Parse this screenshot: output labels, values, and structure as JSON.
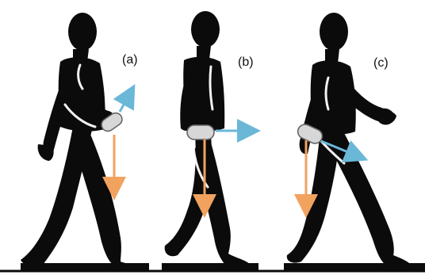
{
  "panels": [
    {
      "id": "a",
      "label": "(a)",
      "sensor_location": "wrist"
    },
    {
      "id": "b",
      "label": "(b)",
      "sensor_location": "hip"
    },
    {
      "id": "c",
      "label": "(c)",
      "sensor_location": "hip-side"
    }
  ],
  "colors": {
    "background": "#ffffff",
    "silhouette": "#0b0b0b",
    "gravity_arrow": "#f2a25f",
    "motion_arrow": "#6bb7d8",
    "sensor_fill": "#d7d7d7",
    "sensor_stroke": "#666666"
  },
  "icons": {
    "figure": "walking-person-silhouette",
    "sensor": "wearable-sensor-pill",
    "arrow": "vector-arrow"
  }
}
